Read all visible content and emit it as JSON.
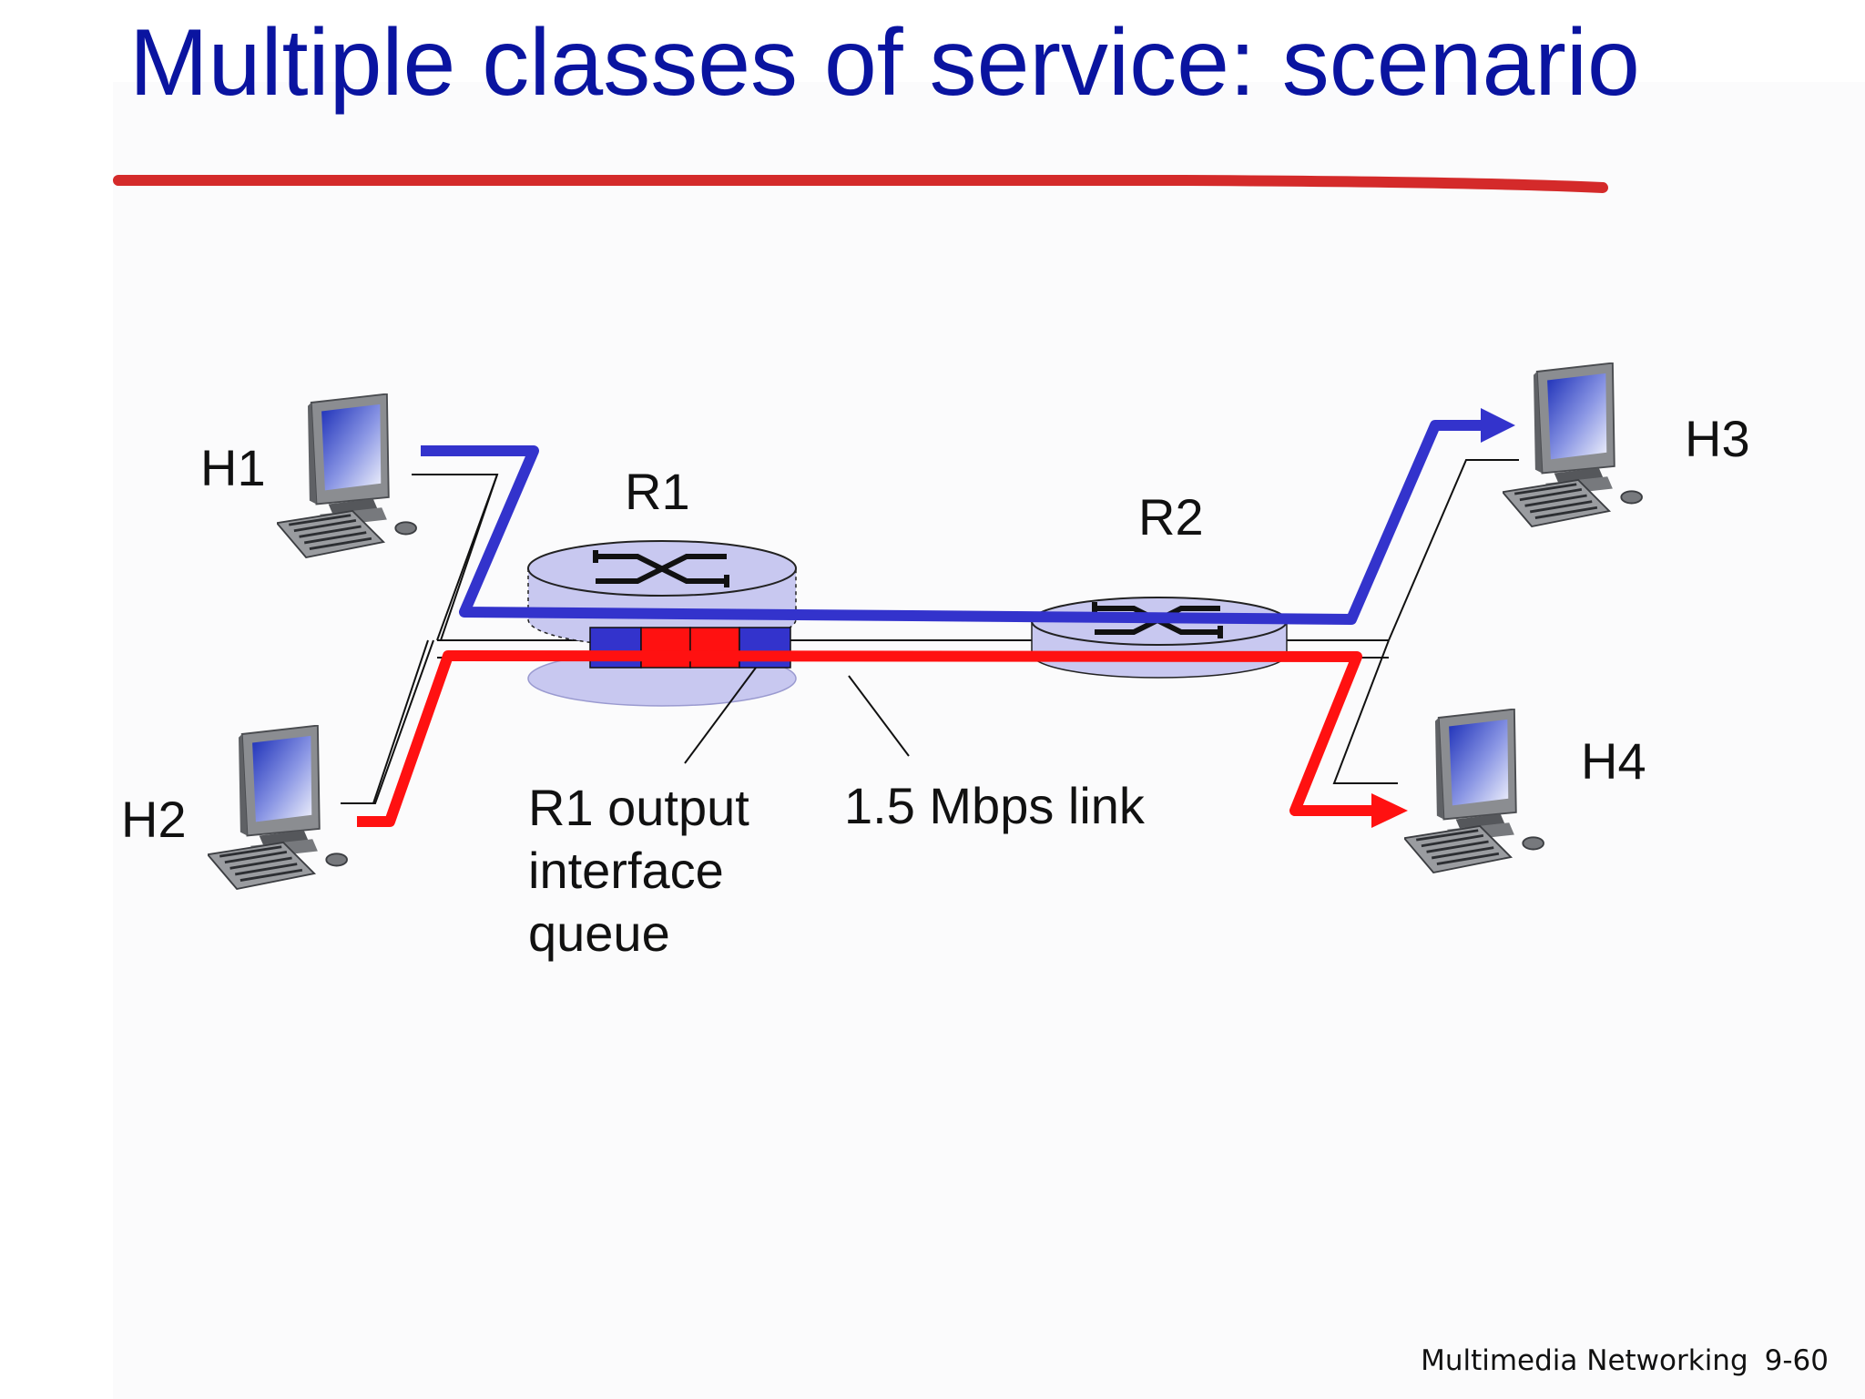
{
  "slide": {
    "title": "Multiple classes of service: scenario",
    "footer": {
      "section": "Multimedia Networking",
      "page": "9-60"
    }
  },
  "diagram": {
    "hosts": [
      {
        "id": "H1",
        "label": "H1"
      },
      {
        "id": "H2",
        "label": "H2"
      },
      {
        "id": "H3",
        "label": "H3"
      },
      {
        "id": "H4",
        "label": "H4"
      }
    ],
    "routers": [
      {
        "id": "R1",
        "label": "R1"
      },
      {
        "id": "R2",
        "label": "R2"
      }
    ],
    "annotations": {
      "queue": "R1 output\ninterface\nqueue",
      "link": "1.5 Mbps link"
    },
    "flows": [
      {
        "from": "H1",
        "to": "H3",
        "color": "#3333cc"
      },
      {
        "from": "H2",
        "to": "H4",
        "color": "#ff1111"
      }
    ],
    "colors": {
      "title": "#0a14a0",
      "flow_blue": "#3333cc",
      "flow_red": "#ff1111",
      "underline": "#d42a2a",
      "router_fill": "#c8c8f0",
      "queue_blue": "#3333cc",
      "queue_red": "#ff1111"
    },
    "icons": [
      "desktop-computer-icon",
      "router-icon"
    ]
  }
}
